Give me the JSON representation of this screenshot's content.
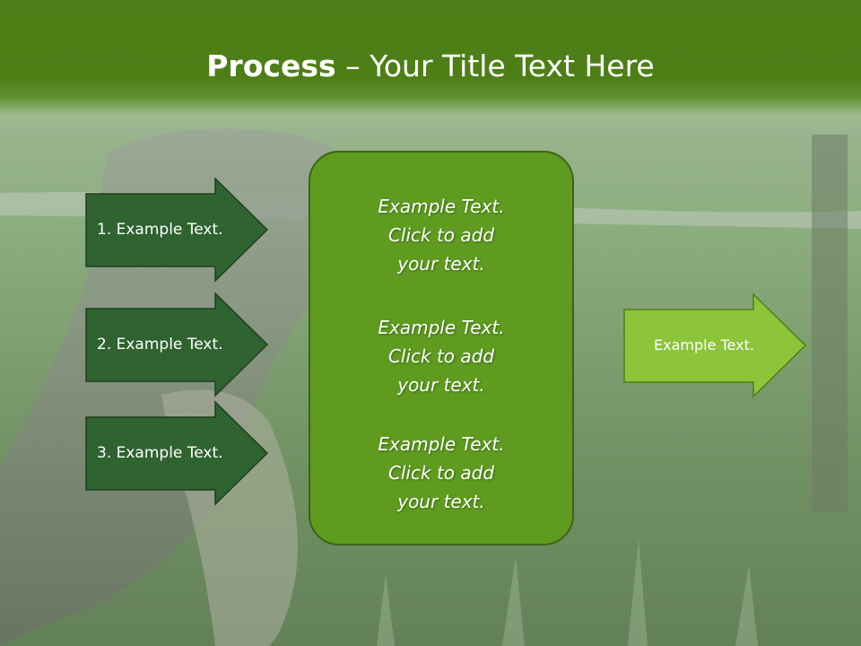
{
  "slide": {
    "title_bold": "Process",
    "title_rest": " – Your Title Text Here"
  },
  "left_arrows": [
    {
      "label": "1. Example Text."
    },
    {
      "label": "2. Example Text."
    },
    {
      "label": "3. Example Text."
    }
  ],
  "center_box": {
    "items": [
      {
        "line1": "Example Text.",
        "line2": "Click  to add",
        "line3": "your text."
      },
      {
        "line1": "Example Text.",
        "line2": "Click  to add",
        "line3": "your text."
      },
      {
        "line1": "Example Text.",
        "line2": "Click  to add",
        "line3": "your text."
      }
    ]
  },
  "right_arrow": {
    "label": "Example Text."
  },
  "colors": {
    "header_green": "#4d7d16",
    "dark_arrow_fill": "#2f6330",
    "center_box_fill": "#5e9b1f",
    "right_arrow_fill": "#8cc43a"
  },
  "background_image": "woman-lying-in-grass-photo"
}
